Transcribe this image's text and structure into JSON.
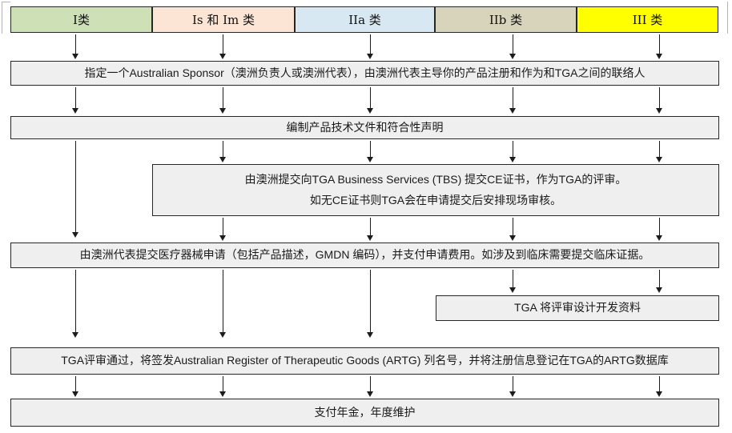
{
  "flowchart": {
    "classes": [
      {
        "label": "I类",
        "color": "#cde0b6"
      },
      {
        "label": "Is 和 Im 类",
        "color": "#fce5d5"
      },
      {
        "label": "IIa 类",
        "color": "#d8e8f2"
      },
      {
        "label": "IIb 类",
        "color": "#d8d4bb"
      },
      {
        "label": "III 类",
        "color": "#ffff00"
      }
    ],
    "steps": {
      "appoint_sponsor": "指定一个Australian Sponsor（澳洲负责人或澳洲代表），由澳洲代表主导你的产品注册和作为和TGA之间的联络人",
      "technical_file": "编制产品技术文件和符合性声明",
      "ce_submission_line1": "由澳洲提交向TGA Business Services (TBS) 提交CE证书，作为TGA的评审。",
      "ce_submission_line2": "如无CE证书则TGA会在申请提交后安排现场审核。",
      "device_application": "由澳洲代表提交医疗器械申请（包括产品描述，GMDN 编码），并支付申请费用。如涉及到临床需要提交临床证据。",
      "design_review": "TGA 将评审设计开发资料",
      "artg_listing": "TGA评审通过，将签发Australian Register of Therapeutic Goods (ARTG) 列名号，并将注册信息登记在TGA的ARTG数据库",
      "annual_fee": "支付年金，年度维护"
    }
  }
}
